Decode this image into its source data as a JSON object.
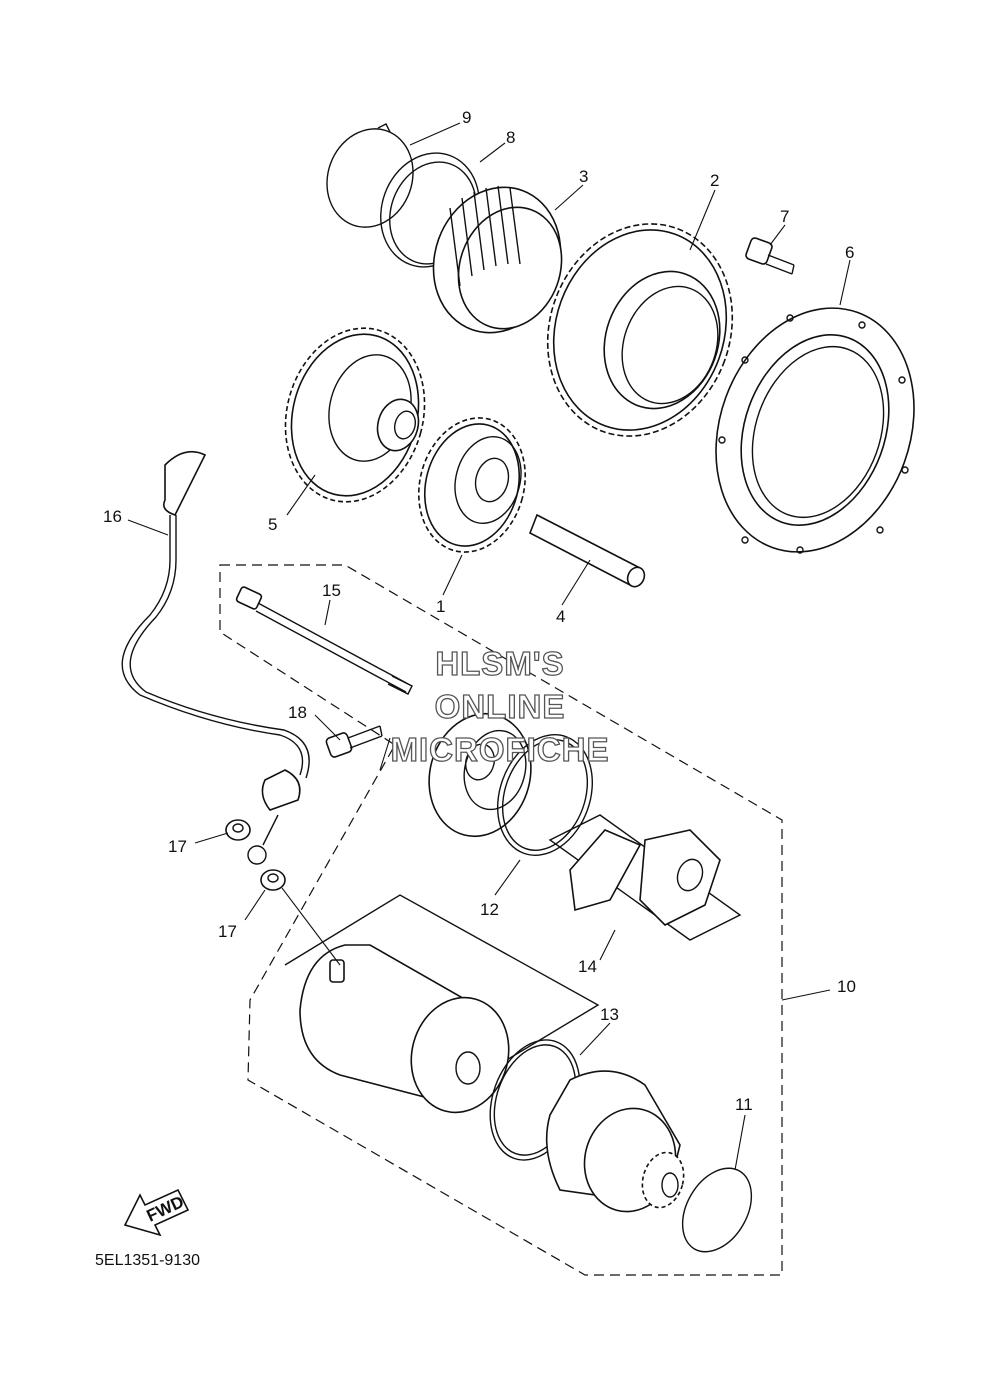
{
  "diagram": {
    "code": "5EL1351-9130",
    "fwd_label": "FWD",
    "watermark": [
      "HLSM'S",
      "ONLINE",
      "MICROFICHE"
    ],
    "callouts": [
      "1",
      "2",
      "3",
      "4",
      "5",
      "6",
      "7",
      "8",
      "9",
      "10",
      "11",
      "12",
      "13",
      "14",
      "15",
      "16",
      "17",
      "17",
      "18"
    ]
  }
}
